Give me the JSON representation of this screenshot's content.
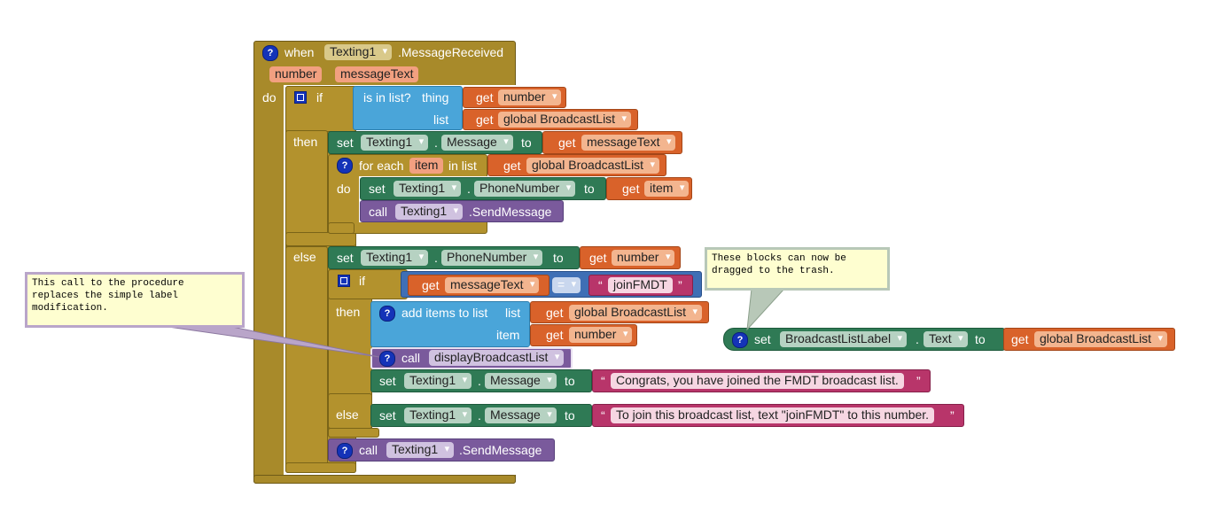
{
  "event": {
    "when_label": "when",
    "component": "Texting1",
    "event_name": ".MessageReceived",
    "params": [
      "number",
      "messageText"
    ],
    "do_label": "do"
  },
  "help_icon": "?",
  "if_block": {
    "if_label": "if",
    "then_label": "then",
    "else_label": "else",
    "condition": {
      "label": "is in list?",
      "thing_label": "thing",
      "list_label": "list",
      "get_label": "get",
      "thing_var": "number",
      "list_var": "global BroadcastList"
    }
  },
  "then_branch": {
    "set_label": "set",
    "component": "Texting1",
    "property": "Message",
    "to_label": "to",
    "get_label": "get",
    "var": "messageText",
    "dot": ".",
    "foreach": {
      "label": "for each",
      "item": "item",
      "in_list_label": "in list",
      "get_label": "get",
      "list_var": "global BroadcastList",
      "do_label": "do",
      "set_label": "set",
      "component": "Texting1",
      "property": "PhoneNumber",
      "to_label": "to",
      "get_item_label": "get",
      "item_var": "item",
      "call_label": "call",
      "call_component": "Texting1",
      "method": ".SendMessage"
    }
  },
  "else_branch": {
    "set_label": "set",
    "component": "Texting1",
    "property": "PhoneNumber",
    "to_label": "to",
    "get_label": "get",
    "var": "number",
    "inner_if": {
      "if_label": "if",
      "then_label": "then",
      "else_label": "else",
      "compare": {
        "get_label": "get",
        "var": "messageText",
        "op": "=",
        "string": "joinFMDT"
      },
      "add_items": {
        "label": "add items to list",
        "list_label": "list",
        "item_label": "item",
        "get_label": "get",
        "list_var": "global BroadcastList",
        "item_var": "number"
      },
      "call_proc": {
        "call_label": "call",
        "proc": "displayBroadcastList"
      },
      "set_msg_then": {
        "set_label": "set",
        "component": "Texting1",
        "property": "Message",
        "to_label": "to",
        "text": "Congrats, you have joined the FMDT broadcast list."
      },
      "set_msg_else": {
        "set_label": "set",
        "component": "Texting1",
        "property": "Message",
        "to_label": "to",
        "text": "To join this broadcast list, text \"joinFMDT\" to this number."
      }
    }
  },
  "final_call": {
    "call_label": "call",
    "component": "Texting1",
    "method": ".SendMessage"
  },
  "loose_set": {
    "set_label": "set",
    "component": "BroadcastListLabel",
    "property": "Text",
    "to_label": "to",
    "get_label": "get",
    "var": "global BroadcastList",
    "dot": "."
  },
  "comments": {
    "left": "This call to the procedure\nreplaces the simple label\nmodification.",
    "right": "These blocks can now be\ndragged to the trash."
  },
  "quote_open": "“",
  "quote_close": "”"
}
